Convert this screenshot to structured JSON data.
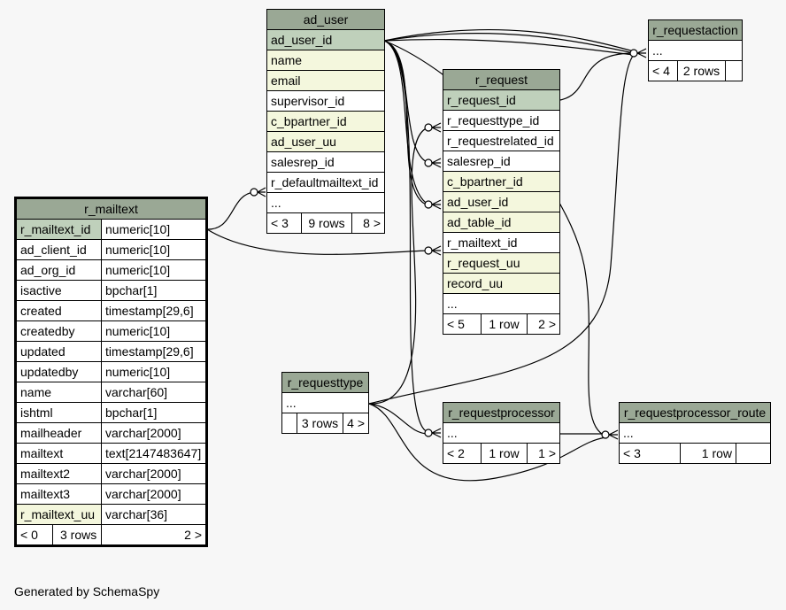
{
  "tables": {
    "ad_user": {
      "name": "ad_user",
      "columns": [
        "ad_user_id",
        "name",
        "email",
        "supervisor_id",
        "c_bpartner_id",
        "ad_user_uu",
        "salesrep_id",
        "r_defaultmailtext_id",
        "..."
      ],
      "footer": [
        "< 3",
        "9 rows",
        "8 >"
      ]
    },
    "r_request": {
      "name": "r_request",
      "columns": [
        "r_request_id",
        "r_requesttype_id",
        "r_requestrelated_id",
        "salesrep_id",
        "c_bpartner_id",
        "ad_user_id",
        "ad_table_id",
        "r_mailtext_id",
        "r_request_uu",
        "record_uu",
        "..."
      ],
      "footer": [
        "< 5",
        "1 row",
        "2 >"
      ]
    },
    "r_requestaction": {
      "name": "r_requestaction",
      "columns": [
        "..."
      ],
      "footer": [
        "< 4",
        "2 rows",
        ""
      ]
    },
    "r_mailtext": {
      "name": "r_mailtext",
      "columns": [
        [
          "r_mailtext_id",
          "numeric[10]"
        ],
        [
          "ad_client_id",
          "numeric[10]"
        ],
        [
          "ad_org_id",
          "numeric[10]"
        ],
        [
          "isactive",
          "bpchar[1]"
        ],
        [
          "created",
          "timestamp[29,6]"
        ],
        [
          "createdby",
          "numeric[10]"
        ],
        [
          "updated",
          "timestamp[29,6]"
        ],
        [
          "updatedby",
          "numeric[10]"
        ],
        [
          "name",
          "varchar[60]"
        ],
        [
          "ishtml",
          "bpchar[1]"
        ],
        [
          "mailheader",
          "varchar[2000]"
        ],
        [
          "mailtext",
          "text[2147483647]"
        ],
        [
          "mailtext2",
          "varchar[2000]"
        ],
        [
          "mailtext3",
          "varchar[2000]"
        ],
        [
          "r_mailtext_uu",
          "varchar[36]"
        ]
      ],
      "footer": [
        "< 0",
        "3 rows",
        "2 >"
      ]
    },
    "r_requesttype": {
      "name": "r_requesttype",
      "columns": [
        "..."
      ],
      "footer": [
        "",
        "3 rows",
        "4 >"
      ]
    },
    "r_requestprocessor": {
      "name": "r_requestprocessor",
      "columns": [
        "..."
      ],
      "footer": [
        "< 2",
        "1 row",
        "1 >"
      ]
    },
    "r_requestprocessor_route": {
      "name": "r_requestprocessor_route",
      "columns": [
        "..."
      ],
      "footer": [
        "< 3",
        "1 row",
        ""
      ]
    }
  },
  "footer_text": "Generated by SchemaSpy",
  "colors": {
    "header": "#9aa895",
    "primary_key": "#bfd0bb",
    "indexed": "#f4f7dd",
    "background": "#f7f7f7"
  }
}
